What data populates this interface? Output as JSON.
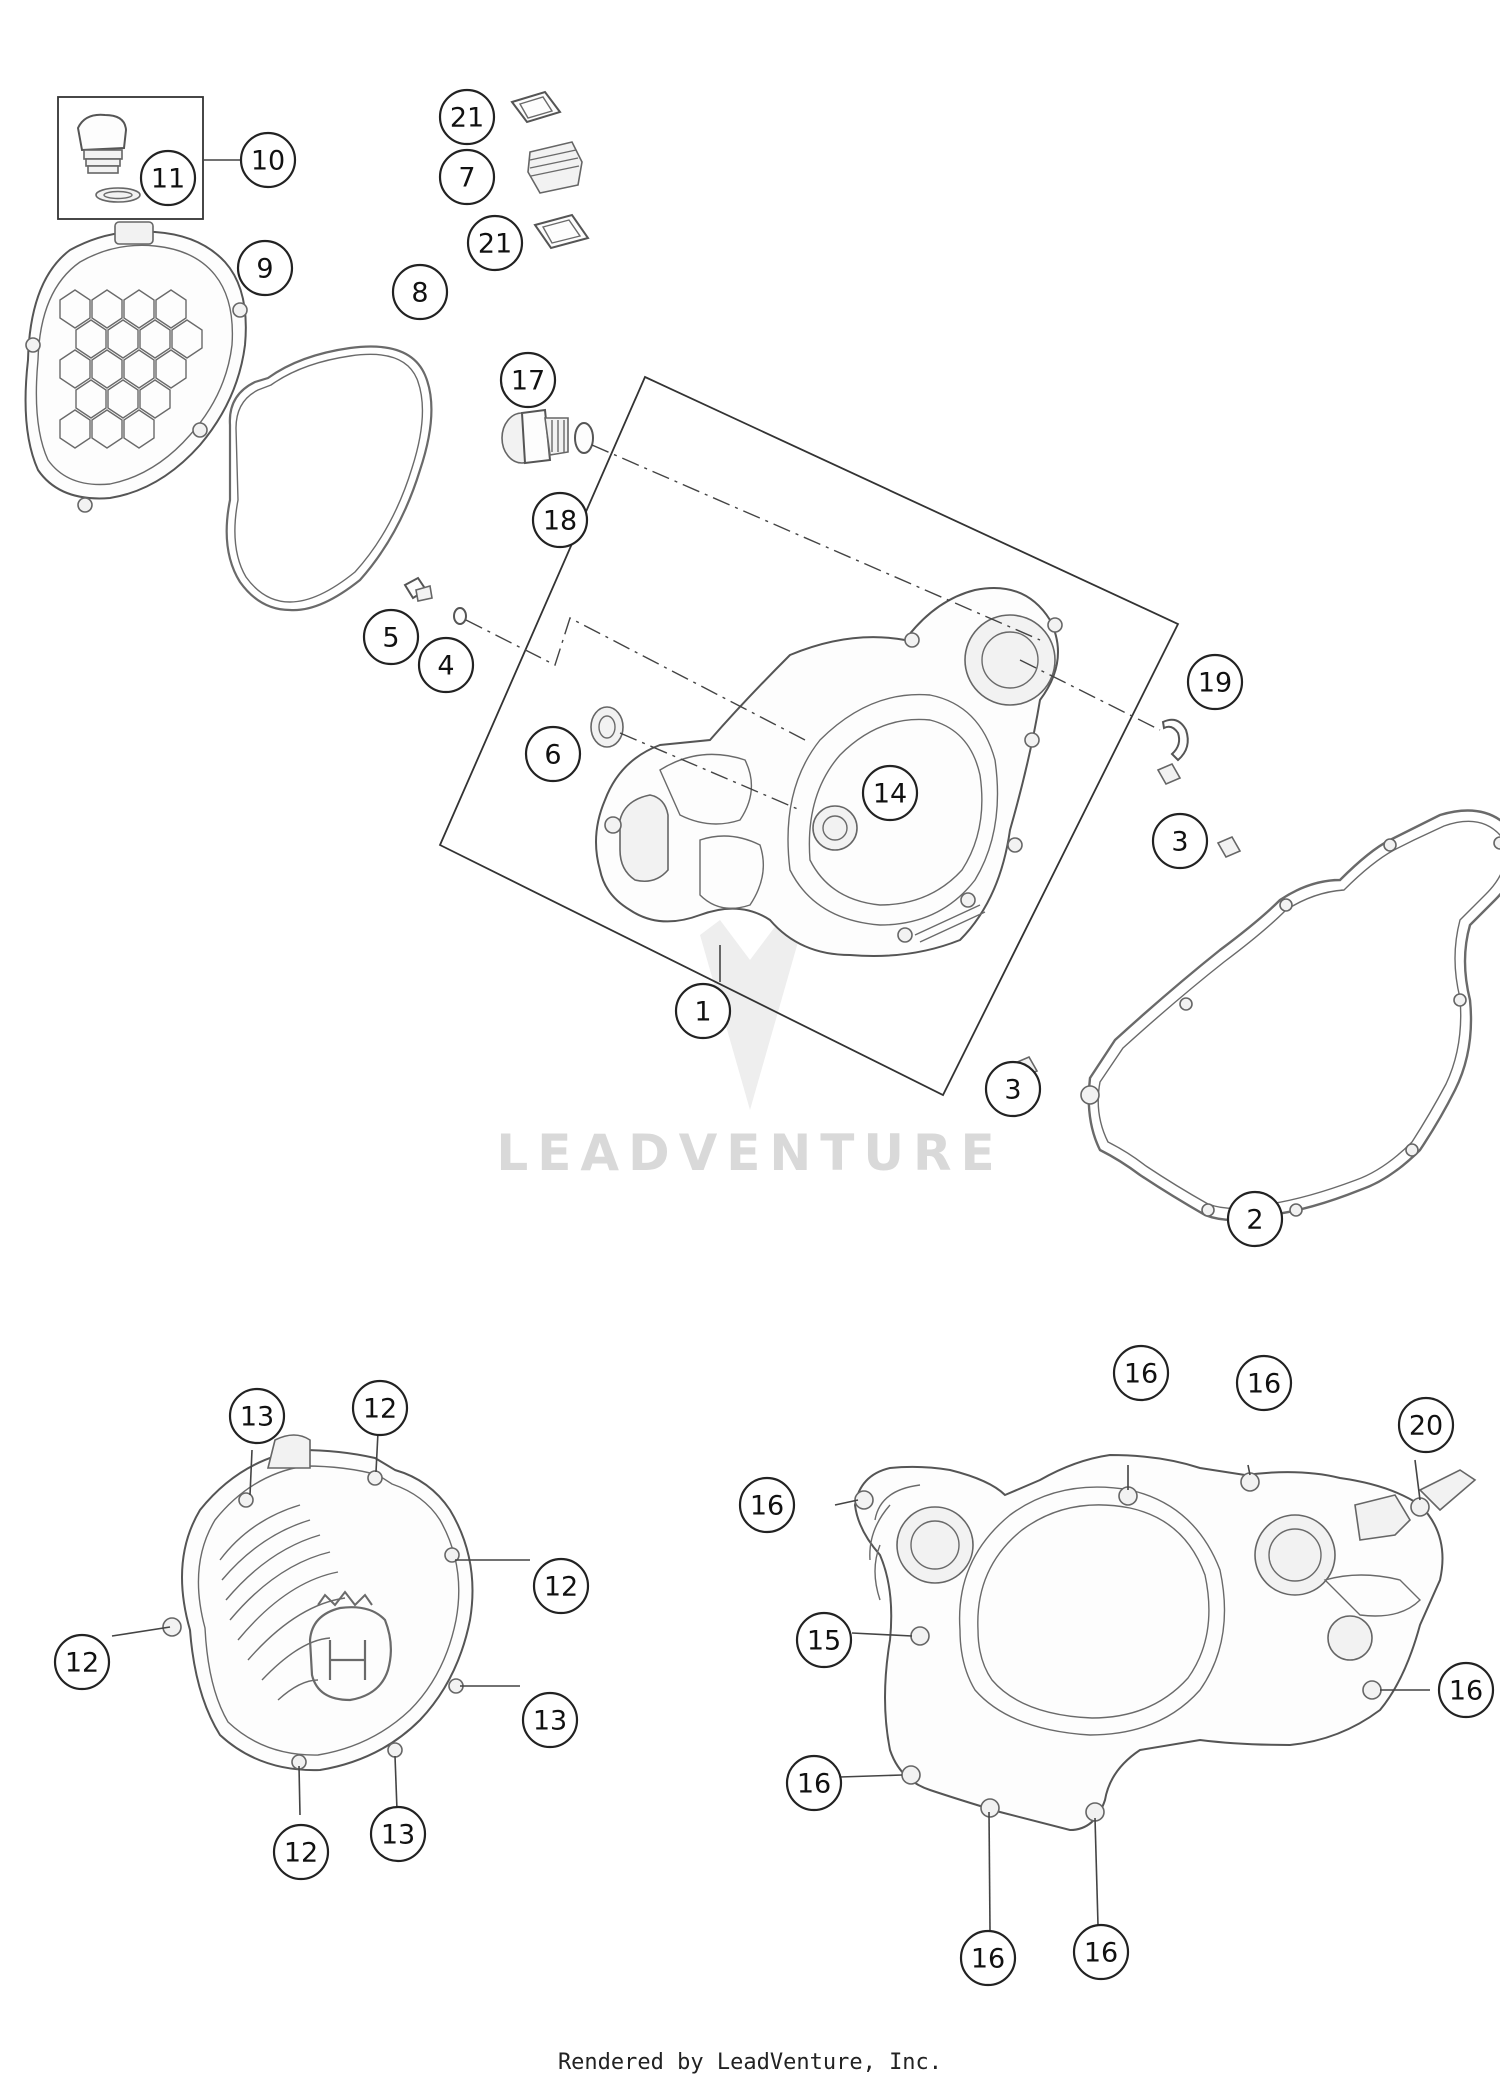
{
  "watermark": "LEADVENTURE",
  "footer": "Rendered by LeadVenture, Inc.",
  "callouts": [
    {
      "id": "c10",
      "label": "10"
    },
    {
      "id": "c11",
      "label": "11"
    },
    {
      "id": "c21a",
      "label": "21"
    },
    {
      "id": "c7",
      "label": "7"
    },
    {
      "id": "c21b",
      "label": "21"
    },
    {
      "id": "c9",
      "label": "9"
    },
    {
      "id": "c8",
      "label": "8"
    },
    {
      "id": "c17",
      "label": "17"
    },
    {
      "id": "c18",
      "label": "18"
    },
    {
      "id": "c5",
      "label": "5"
    },
    {
      "id": "c4",
      "label": "4"
    },
    {
      "id": "c19",
      "label": "19"
    },
    {
      "id": "c6",
      "label": "6"
    },
    {
      "id": "c14",
      "label": "14"
    },
    {
      "id": "c3a",
      "label": "3"
    },
    {
      "id": "c1",
      "label": "1"
    },
    {
      "id": "c3b",
      "label": "3"
    },
    {
      "id": "c2",
      "label": "2"
    },
    {
      "id": "c13a",
      "label": "13"
    },
    {
      "id": "c12a",
      "label": "12"
    },
    {
      "id": "c12b",
      "label": "12"
    },
    {
      "id": "c12c",
      "label": "12"
    },
    {
      "id": "c13b",
      "label": "13"
    },
    {
      "id": "c12d",
      "label": "12"
    },
    {
      "id": "c13c",
      "label": "13"
    },
    {
      "id": "c16a",
      "label": "16"
    },
    {
      "id": "c16b",
      "label": "16"
    },
    {
      "id": "c20",
      "label": "20"
    },
    {
      "id": "c16c",
      "label": "16"
    },
    {
      "id": "c15",
      "label": "15"
    },
    {
      "id": "c16d",
      "label": "16"
    },
    {
      "id": "c16e",
      "label": "16"
    },
    {
      "id": "c16f",
      "label": "16"
    },
    {
      "id": "c16g",
      "label": "16"
    }
  ]
}
